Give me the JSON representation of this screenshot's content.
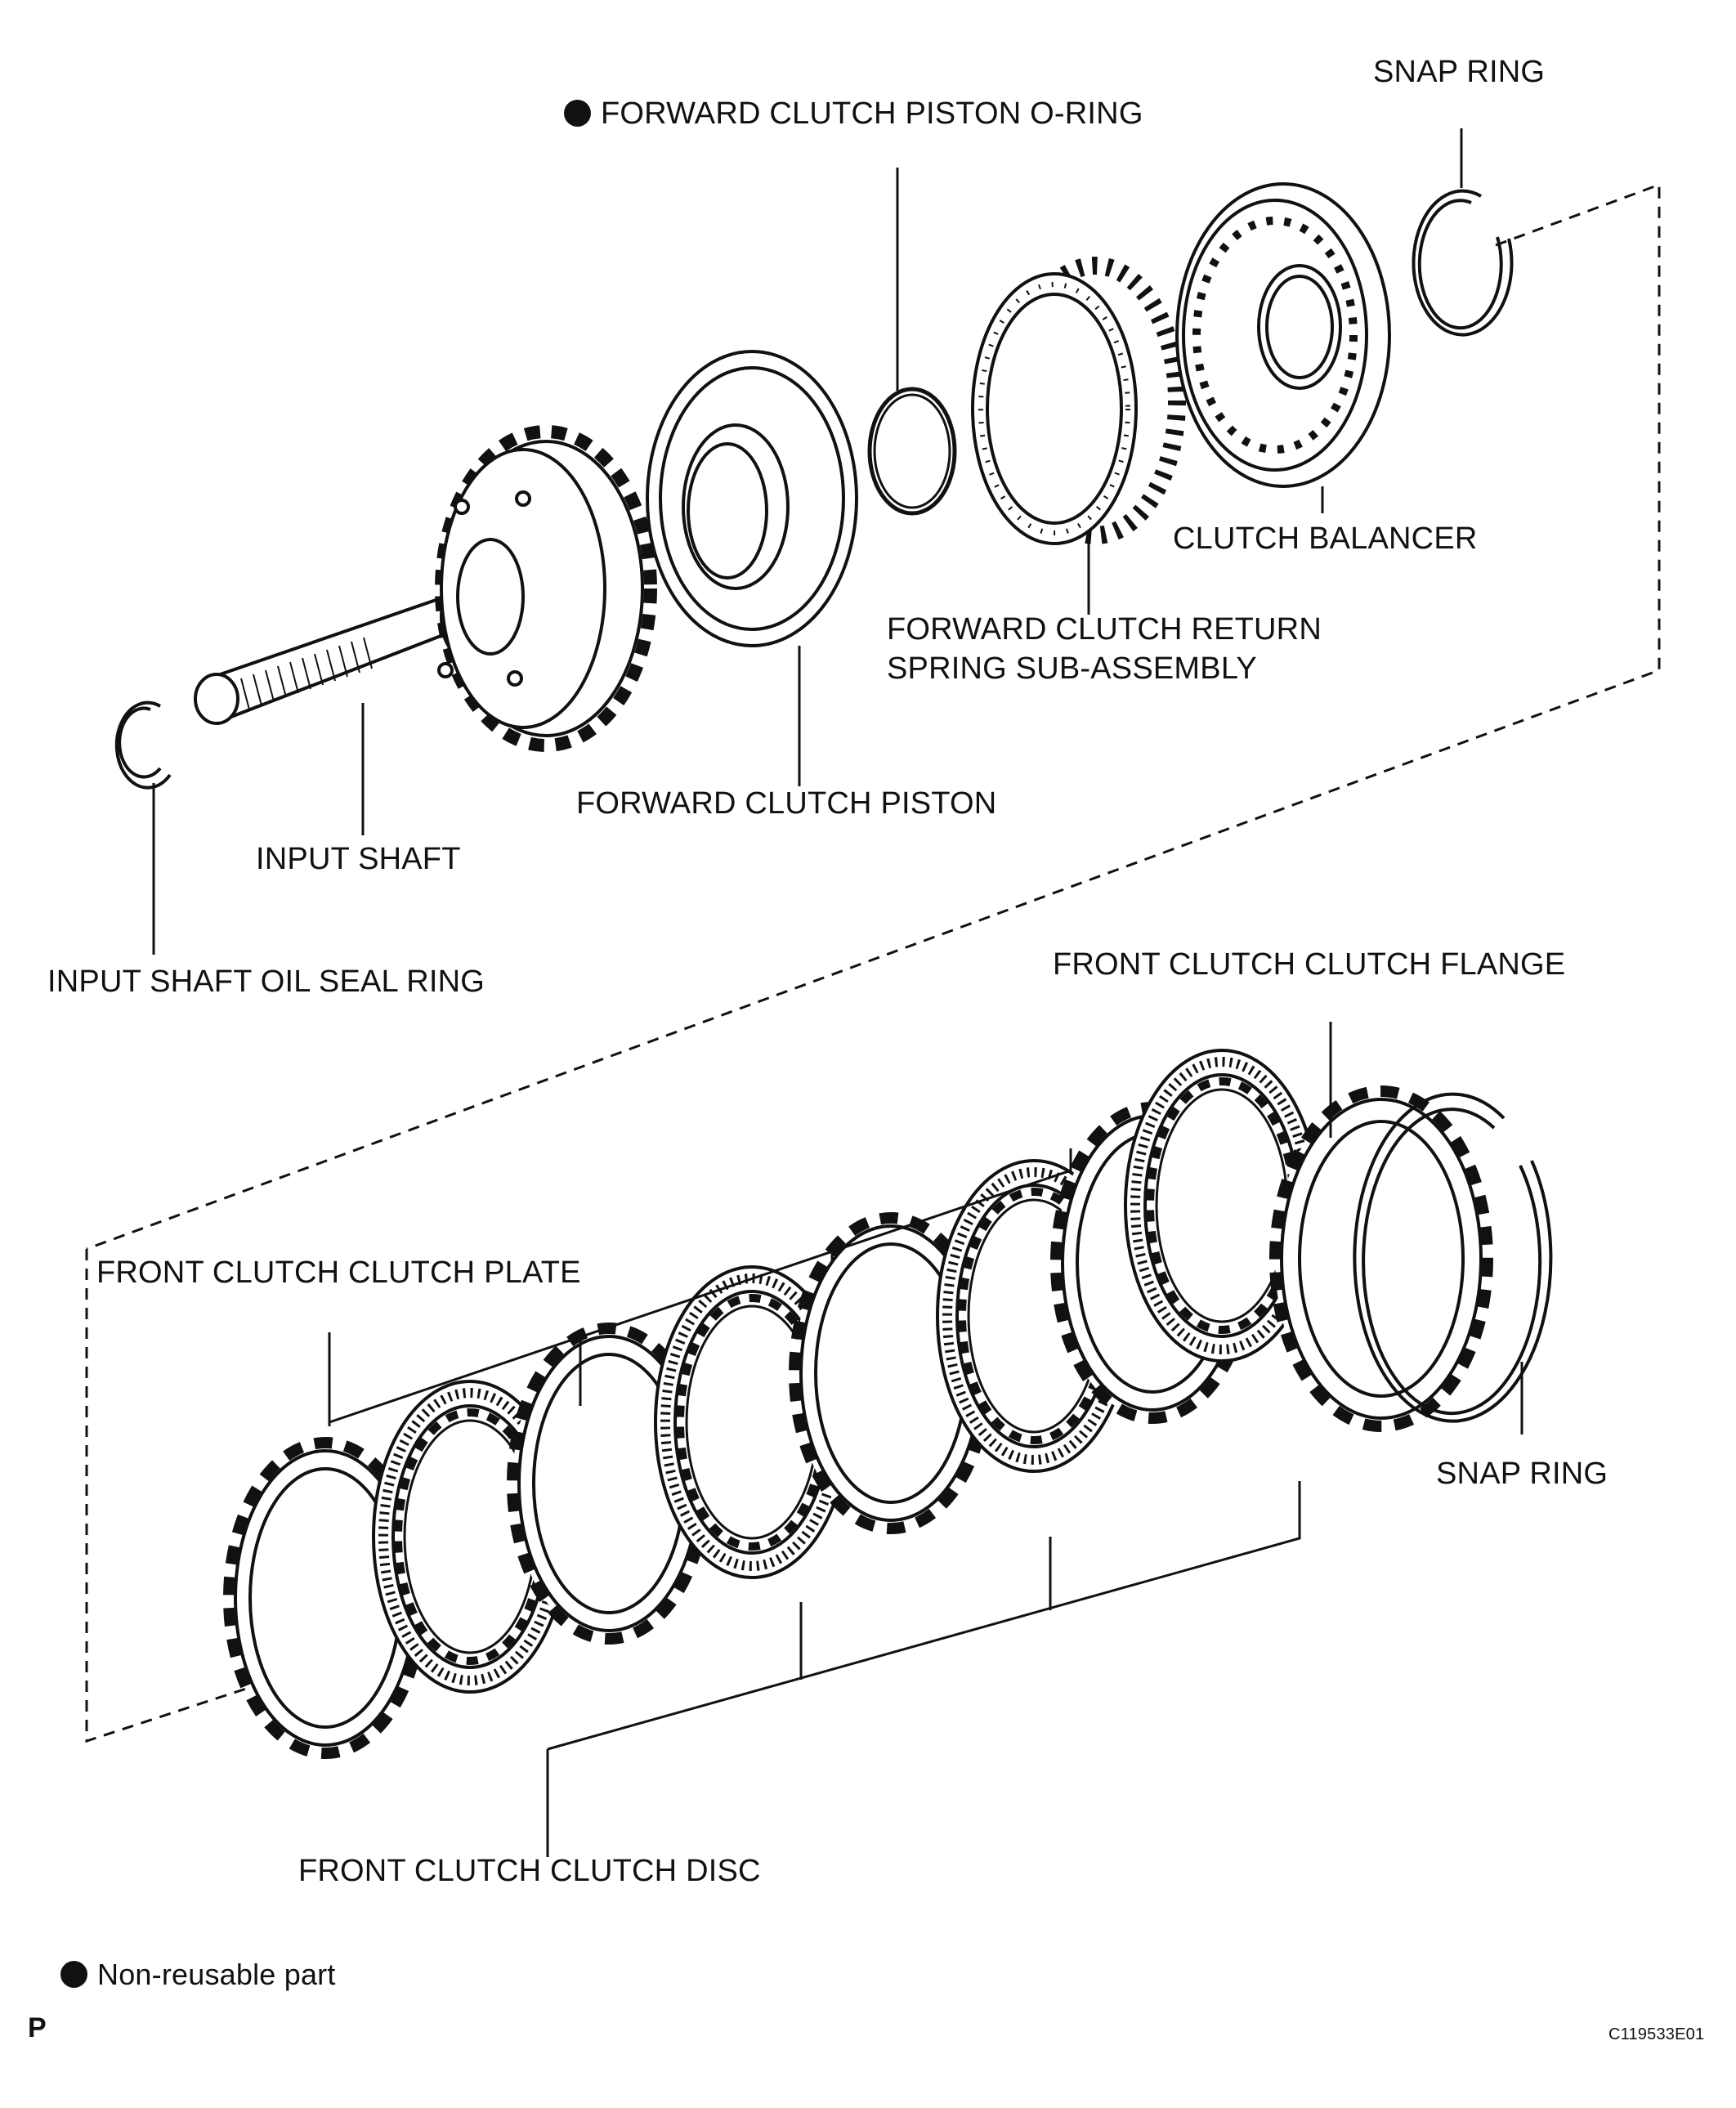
{
  "labels": {
    "snap_ring_top": "SNAP RING",
    "forward_clutch_piston_o_ring": "FORWARD CLUTCH PISTON O-RING",
    "clutch_balancer": "CLUTCH BALANCER",
    "forward_clutch_return_spring_line1": "FORWARD CLUTCH RETURN",
    "forward_clutch_return_spring_line2": "SPRING SUB-ASSEMBLY",
    "forward_clutch_piston": "FORWARD CLUTCH PISTON",
    "input_shaft": "INPUT SHAFT",
    "input_shaft_oil_seal_ring": "INPUT SHAFT OIL SEAL RING",
    "front_clutch_clutch_flange": "FRONT CLUTCH CLUTCH FLANGE",
    "front_clutch_clutch_plate": "FRONT CLUTCH CLUTCH PLATE",
    "snap_ring_bottom": "SNAP RING",
    "front_clutch_clutch_disc": "FRONT CLUTCH CLUTCH DISC"
  },
  "legend": {
    "text": "Non-reusable part"
  },
  "footer": {
    "corner_mark": "P",
    "figure_code": "C119533E01"
  },
  "colors": {
    "ink": "#111111",
    "paper": "#ffffff"
  }
}
